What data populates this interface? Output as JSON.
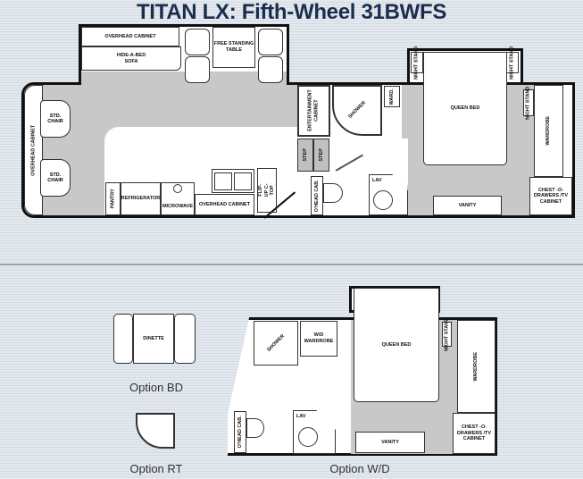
{
  "title": "TITAN LX: Fifth-Wheel 31BWFS",
  "main_plan": {
    "overhead_cabinet_slide": "OVERHEAD CABINET",
    "hide_a_bed_sofa": "HIDE-A-BED SOFA",
    "free_standing_table": "FREE STANDING TABLE",
    "front_overhead_cabinet": "OVERHEAD CABINET",
    "std_chair_1": "STD. CHAIR",
    "std_chair_2": "STD. CHAIR",
    "pantry": "PANTRY",
    "refrigerator": "REFRIGERATOR",
    "microwave": "MICROWAVE",
    "kitchen_overhead_cabinet": "OVERHEAD CABINET",
    "flip_up_ctop": "FLIP-UP C-TOP",
    "entertainment_cabinet": "ENTERTAINMENT CABINET",
    "step_1": "STEP",
    "step_2": "STEP",
    "shower": "SHOWER",
    "ward": "WARD.",
    "ohead_cab": "O'HEAD CAB.",
    "lav": "LAV",
    "night_stand_1": "NIGHT STAND",
    "night_stand_2": "NIGHT STAND",
    "night_stand_3": "NIGHT STAND",
    "queen_bed": "QUEEN BED",
    "wardrobe": "WARDROBE",
    "chest": "CHEST -O- DRAWERS /TV CABINET",
    "vanity": "VANITY"
  },
  "options": {
    "bd": {
      "caption": "Option BD",
      "dinette": "DINETTE"
    },
    "rt": {
      "caption": "Option RT"
    },
    "wd": {
      "caption": "Option W/D",
      "shower": "SHOWER",
      "wd_wardrobe": "W/D WARDROBE",
      "queen_bed": "QUEEN BED",
      "night_stand": "NIGHT STAND",
      "wardrobe": "WARDROBE",
      "ohead_cab": "O'HEAD CAB.",
      "lav": "LAV",
      "vanity": "VANITY",
      "chest": "CHEST -O- DRAWERS /TV CABINET"
    }
  }
}
